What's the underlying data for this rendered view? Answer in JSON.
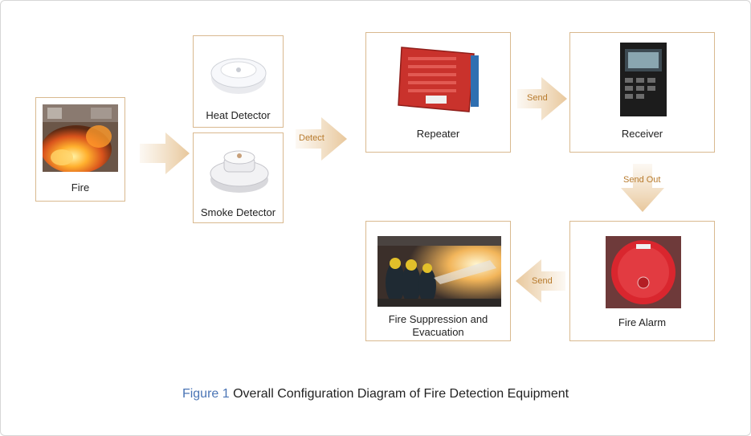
{
  "nodes": {
    "fire": {
      "label": "Fire"
    },
    "heat_detector": {
      "label": "Heat Detector"
    },
    "smoke_detector": {
      "label": "Smoke Detector"
    },
    "repeater": {
      "label": "Repeater"
    },
    "receiver": {
      "label": "Receiver"
    },
    "fire_alarm": {
      "label": "Fire Alarm"
    },
    "suppression": {
      "label_line1": "Fire Suppression and",
      "label_line2": "Evacuation"
    }
  },
  "edges": {
    "detect": "Detect",
    "send_repeater_receiver": "Send",
    "send_out": "Send Out",
    "send_alarm_suppression": "Send"
  },
  "caption": {
    "figure_number": "Figure 1",
    "text": "Overall Configuration Diagram of Fire Detection Equipment"
  },
  "colors": {
    "box_border": "#d9b98f",
    "arrow_fill": "#ecd2ad",
    "arrow_label": "#b77a2c",
    "figure_number": "#4a74b5"
  }
}
